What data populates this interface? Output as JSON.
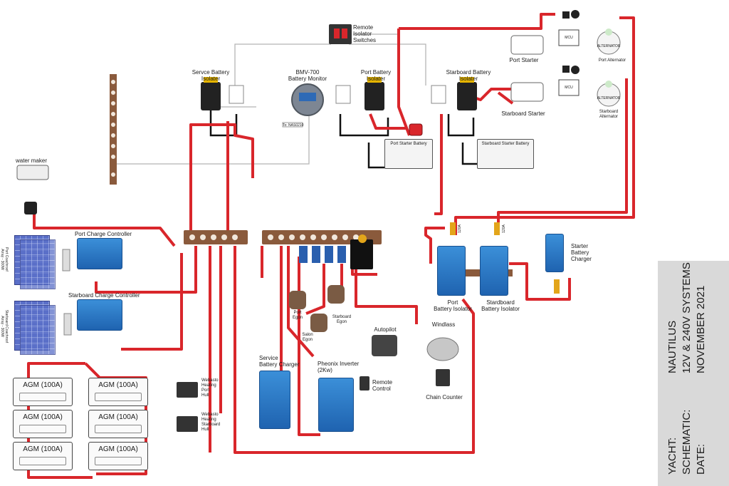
{
  "title_block": {
    "yacht_label": "YACHT:",
    "yacht_value": "NAUTILUS",
    "schematic_label": "SCHEMATIC:",
    "schematic_value": "12V & 240V SYSTEMS",
    "date_label": "DATE:",
    "date_value": "NOVEMBER 2021"
  },
  "components": {
    "remote_isolator": [
      "Remote",
      "Isolator",
      "Switches"
    ],
    "service_isolator": [
      "Servce Battery",
      "Isolater"
    ],
    "bmv": [
      "BMV-700",
      "Battery Monitor"
    ],
    "port_isolator": [
      "Port Battery",
      "Isolater"
    ],
    "stbd_isolator": [
      "Starboard Battery",
      "Isolater"
    ],
    "port_starter": "Port Starter",
    "stbd_starter": "Starboard Starter",
    "port_alternator": "Port  Alternator",
    "stbd_alternator": [
      "Starboard",
      "Alternator"
    ],
    "port_starter_battery": "Port Starter Battery",
    "stbd_starter_battery": "Starboard Starter Battery",
    "water_maker": "water maker",
    "port_charge_controller": "Port Charge Controller",
    "stbd_charge_controller": "Starboard Charge Controller",
    "port_array": [
      "Port Coachroof",
      "Array - 300W"
    ],
    "stbd_array": [
      "Starboard Coachroof",
      "Array - 300W"
    ],
    "port_egon": [
      "Port",
      "Egon"
    ],
    "saloon_egon": [
      "Salon",
      "Egon"
    ],
    "stbd_egon": [
      "Starboard",
      "Egon"
    ],
    "autopilot": "Autopilot",
    "windlass": "Windlass",
    "chain_counter": "Chain Counter",
    "service_charger": [
      "Service",
      "Battery Charger"
    ],
    "inverter": [
      "Pheonix Inverter",
      "(2Kw)"
    ],
    "remote_control": [
      "Remote",
      "Control"
    ],
    "webasto_port": [
      "Webasto",
      "Heating",
      "Port",
      "Hull"
    ],
    "webasto_stbd": [
      "Webasto",
      "Heating",
      "Starboard",
      "Hull"
    ],
    "port_battery_isolator": [
      "Port",
      "Battery Isolator"
    ],
    "stbd_battery_isolator": [
      "Stardboard",
      "Battery Isolator"
    ],
    "starter_charger": [
      "Starter",
      "Battery",
      "Charger"
    ],
    "agm": [
      "AGM (100A)",
      "AGM (100A)",
      "AGM (100A)",
      "AGM (100A)",
      "AGM (100A)",
      "AGM (100A)"
    ],
    "mcu": [
      "MCU",
      "MCU"
    ],
    "alternator_tag": [
      "ALTERNATOR",
      "ALTERNATOR"
    ],
    "bmv_tag": "To: NAS0210",
    "fuse_120a": [
      "120A",
      "120A"
    ]
  },
  "icons": [
    "solar-panel-icon",
    "battery-isolator-icon",
    "fuse-icon",
    "windlass-icon",
    "autopilot-icon",
    "inverter-icon",
    "charger-icon",
    "motor-icon",
    "alternator-icon",
    "busbar-icon"
  ],
  "colors": {
    "positive": "#d9262b",
    "negative": "#111111",
    "signal": "#b5b5b5",
    "victron_blue": "#2a78c8",
    "busbar": "#8a5a3c",
    "title_bg": "#d9d9d9"
  }
}
